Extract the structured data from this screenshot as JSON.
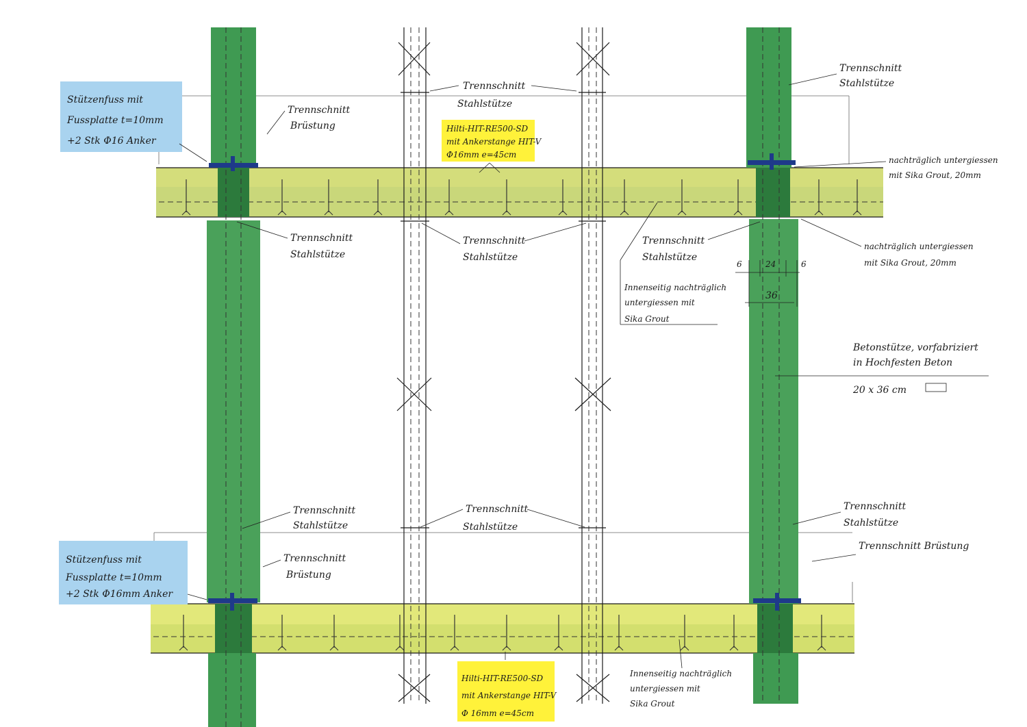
{
  "colors": {
    "concrete_column": "#3f9a52",
    "concrete_column_dark": "#2c7a3c",
    "slab": "#c9d77a",
    "slab_light": "#e6ea7d",
    "blue_note": "#a9d3ef",
    "yellow_note": "#fff23a",
    "ink": "#1a1a1a",
    "steel_plate": "#1e3a8a"
  },
  "notes": {
    "footplate_top": [
      "Stützenfuss mit",
      "Fussplatte t=10mm",
      "+2 Stk Φ16 Anker"
    ],
    "footplate_bottom": [
      "Stützenfuss mit",
      "Fussplatte t=10mm",
      "+2 Stk Φ16mm Anker"
    ],
    "hilti_top": [
      "Hilti-HIT-RE500-SD",
      "mit Ankerstange HIT-V",
      "Φ16mm   e=45cm"
    ],
    "hilti_bottom": [
      "Hilti-HIT-RE500-SD",
      "mit Ankerstange HIT-V",
      "Φ 16mm   e=45cm"
    ]
  },
  "labels": {
    "cut_steel_center_top": [
      "Trennschnitt",
      "Stahlstütze"
    ],
    "cut_parapet_top": [
      "Trennschnitt",
      "Brüstung"
    ],
    "cut_steel_right_top": [
      "Trennschnitt",
      "Stahlstütze"
    ],
    "regrout_top_right": [
      "nachträglich untergiessen",
      "mit Sika Grout, 20mm"
    ],
    "cut_steel_left_mid": [
      "Trennschnitt",
      "Stahlstütze"
    ],
    "cut_steel_center_mid": [
      "Trennschnitt",
      "Stahlstütze"
    ],
    "cut_steel_right_mid": [
      "Trennschnitt",
      "Stahlstütze"
    ],
    "regrout_mid_right": [
      "nachträglich untergiessen",
      "mit Sika Grout, 20mm"
    ],
    "inside_regrout_mid": [
      "Innenseitig nachträglich",
      "untergiessen mit",
      "Sika Grout"
    ],
    "concrete_column_spec": [
      "Betonstütze, vorfabriziert",
      "in Hochfesten Beton"
    ],
    "column_size": "20 x 36 cm",
    "cut_steel_left_low": [
      "Trennschnitt",
      "Stahlstütze"
    ],
    "cut_steel_center_low": [
      "Trennschnitt",
      "Stahlstütze"
    ],
    "cut_steel_right_low": [
      "Trennschnitt",
      "Stahlstütze"
    ],
    "cut_parapet_left_low": [
      "Trennschnitt",
      "Brüstung"
    ],
    "cut_parapet_right_low": "Trennschnitt Brüstung",
    "inside_regrout_low": [
      "Innenseitig nachträglich",
      "untergiessen mit",
      "Sika Grout"
    ]
  },
  "dimensions": {
    "left_offset": "6",
    "core": "24",
    "right_offset": "6",
    "total": "36"
  }
}
